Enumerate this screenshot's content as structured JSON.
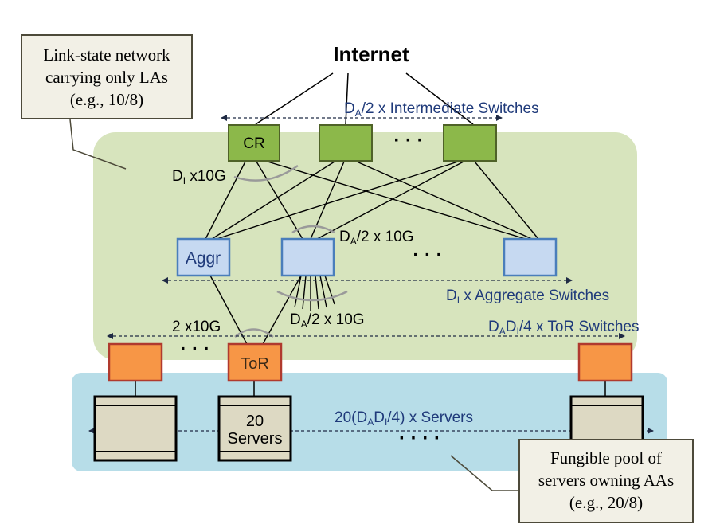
{
  "title": "Internet",
  "callouts": {
    "top_left": {
      "line1": "Link-state network",
      "line2": "carrying only LAs",
      "line3": "(e.g., 10/8)"
    },
    "bottom_right": {
      "line1": "Fungible pool of",
      "line2": "servers owning AAs",
      "line3": "(e.g., 20/8)"
    }
  },
  "switches": {
    "core_label": "CR",
    "aggr_label": "Aggr",
    "tor_label": "ToR",
    "server_line1": "20",
    "server_line2": "Servers"
  },
  "labels": {
    "intermediate": {
      "d": "D",
      "sub": "A",
      "rest": "/2 x Intermediate Switches"
    },
    "di_10g": {
      "d": "D",
      "sub": "I",
      "rest": " x10G"
    },
    "da_10g_top": {
      "d": "D",
      "sub": "A",
      "rest": "/2 x 10G"
    },
    "aggregate": {
      "d": "D",
      "sub": "I",
      "rest": " x Aggregate Switches"
    },
    "da_10g_bottom": {
      "d": "D",
      "sub": "A",
      "rest": "/2 x 10G"
    },
    "tor_link": "2 x10G",
    "tor_switches": {
      "d1": "D",
      "sub1": "A",
      "d2": "D",
      "sub2": "I",
      "rest": "/4  x  ToR Switches"
    },
    "servers": {
      "pre": "20(D",
      "sub1": "A",
      "mid": "D",
      "sub2": "I",
      "rest": "/4) x Servers"
    }
  },
  "ellipses": {
    "core": "· · ·",
    "aggr": "· · ·",
    "tor": "· · ·",
    "servers": "· · · ·"
  },
  "colors": {
    "core_fill": "#8cb84a",
    "core_stroke": "#4f6228",
    "aggr_fill": "#c6d9f1",
    "aggr_stroke": "#4a7ebb",
    "tor_fill": "#f79646",
    "tor_stroke": "#b03a2e",
    "green_region": "#d7e4bd",
    "blue_region": "#b7dde8",
    "server_fill": "#ddd9c3",
    "callout_fill": "#f2f0e6",
    "label_blue": "#1f3a7a"
  }
}
